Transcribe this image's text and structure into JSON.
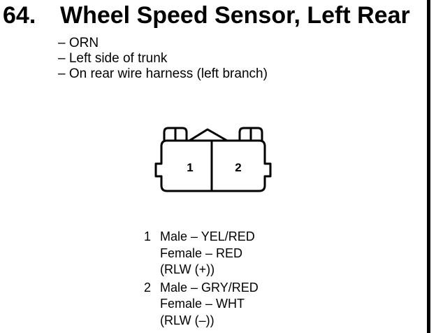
{
  "component": {
    "number": "64.",
    "name": "Wheel Speed Sensor, Left Rear"
  },
  "details": [
    "– ORN",
    "– Left side of trunk",
    "– On rear wire harness (left branch)"
  ],
  "connector": {
    "cavity_labels": [
      "1",
      "2"
    ],
    "colors": {
      "stroke": "#000000",
      "fill": "#ffffff"
    }
  },
  "pins": [
    {
      "number": "1",
      "male": "Male – YEL/RED",
      "female": "Female – RED",
      "circuit": "(RLW (+))"
    },
    {
      "number": "2",
      "male": "Male – GRY/RED",
      "female": "Female – WHT",
      "circuit": "(RLW (–))"
    }
  ]
}
